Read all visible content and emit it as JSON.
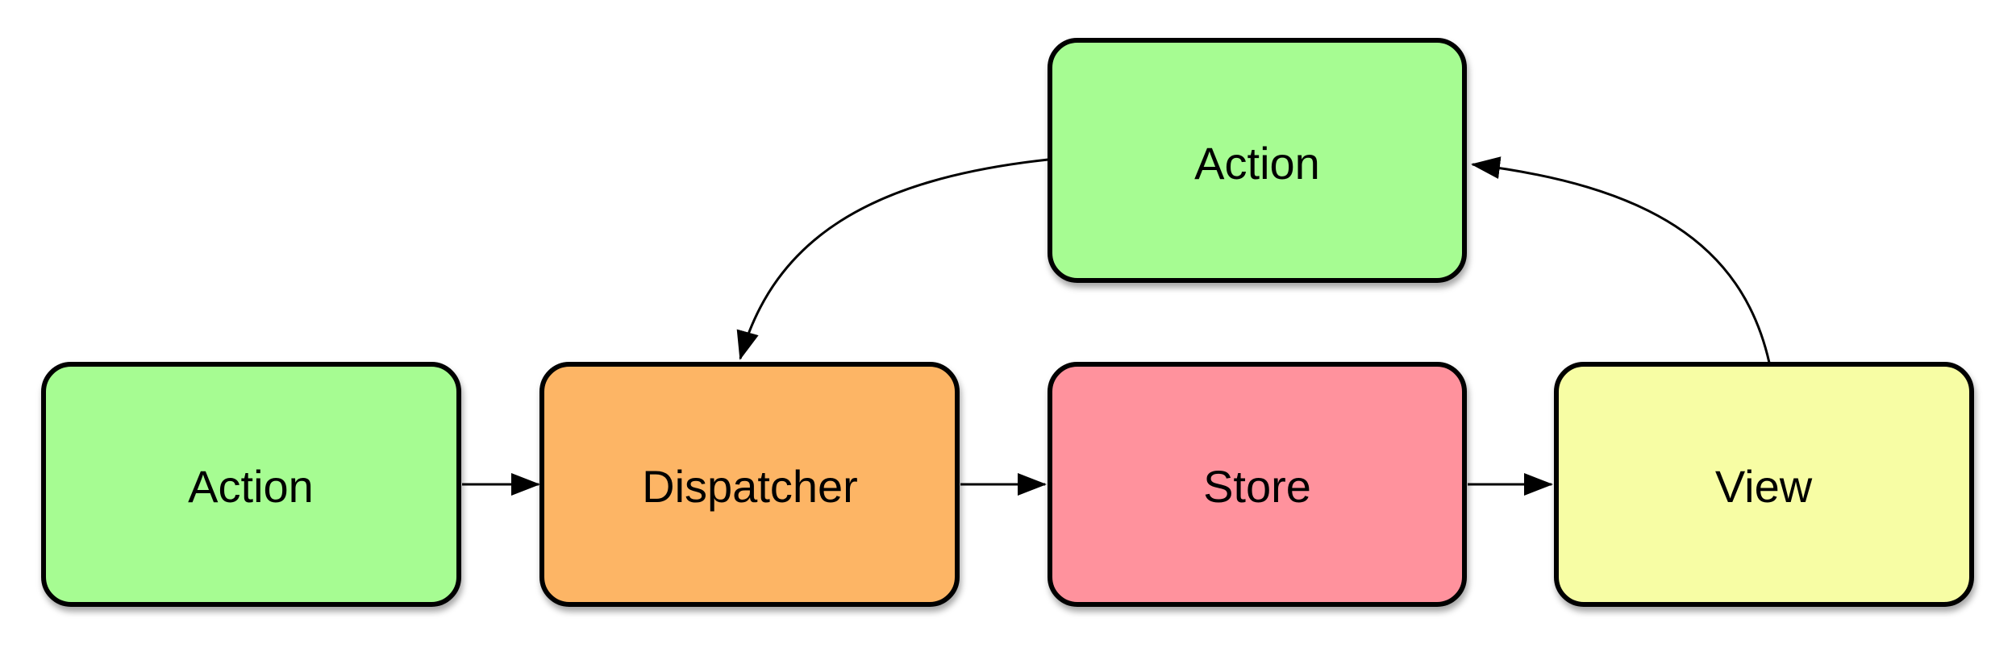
{
  "nodes": [
    {
      "id": "action_top",
      "label": "Action",
      "color": "#a6fc92"
    },
    {
      "id": "action_left",
      "label": "Action",
      "color": "#a6fc92"
    },
    {
      "id": "dispatcher",
      "label": "Dispatcher",
      "color": "#fdb565"
    },
    {
      "id": "store",
      "label": "Store",
      "color": "#ff929d"
    },
    {
      "id": "view",
      "label": "View",
      "color": "#f7fda4"
    }
  ],
  "edges": [
    {
      "from": "action_left",
      "to": "dispatcher"
    },
    {
      "from": "dispatcher",
      "to": "store"
    },
    {
      "from": "store",
      "to": "view"
    },
    {
      "from": "view",
      "to": "action_top"
    },
    {
      "from": "action_top",
      "to": "dispatcher"
    }
  ]
}
